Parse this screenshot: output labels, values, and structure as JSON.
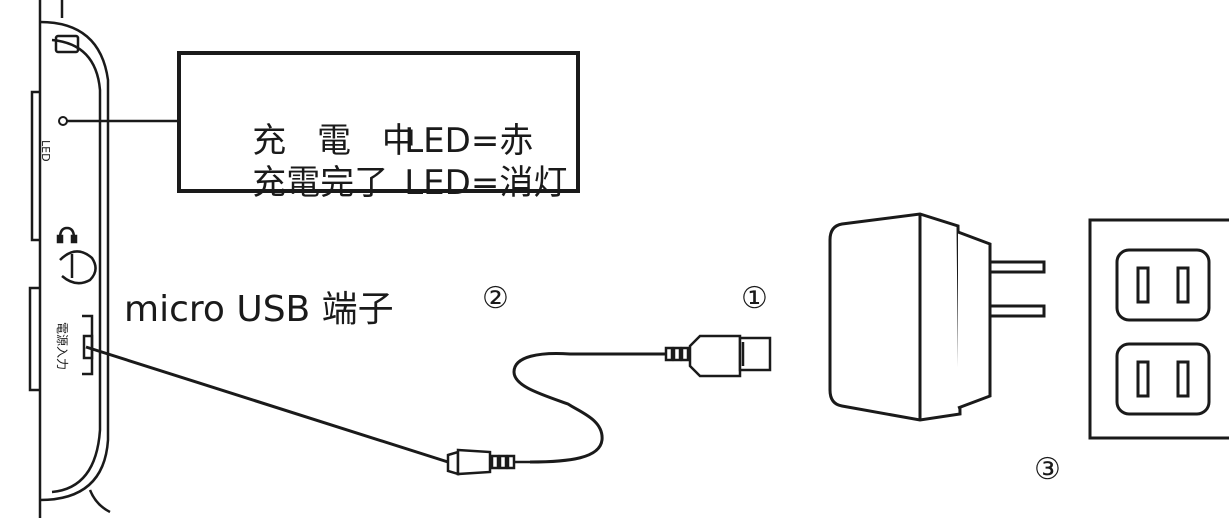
{
  "callout": {
    "line1_status": "充 電 中",
    "line1_led": "LED=赤",
    "line2_status": "充電完了",
    "line2_led": "LED=消灯"
  },
  "device": {
    "led_label": "LED",
    "power_input_label": "電源入力"
  },
  "port_label": "micro USB 端子",
  "steps": {
    "step1": "①",
    "step2": "②",
    "step3": "③"
  }
}
